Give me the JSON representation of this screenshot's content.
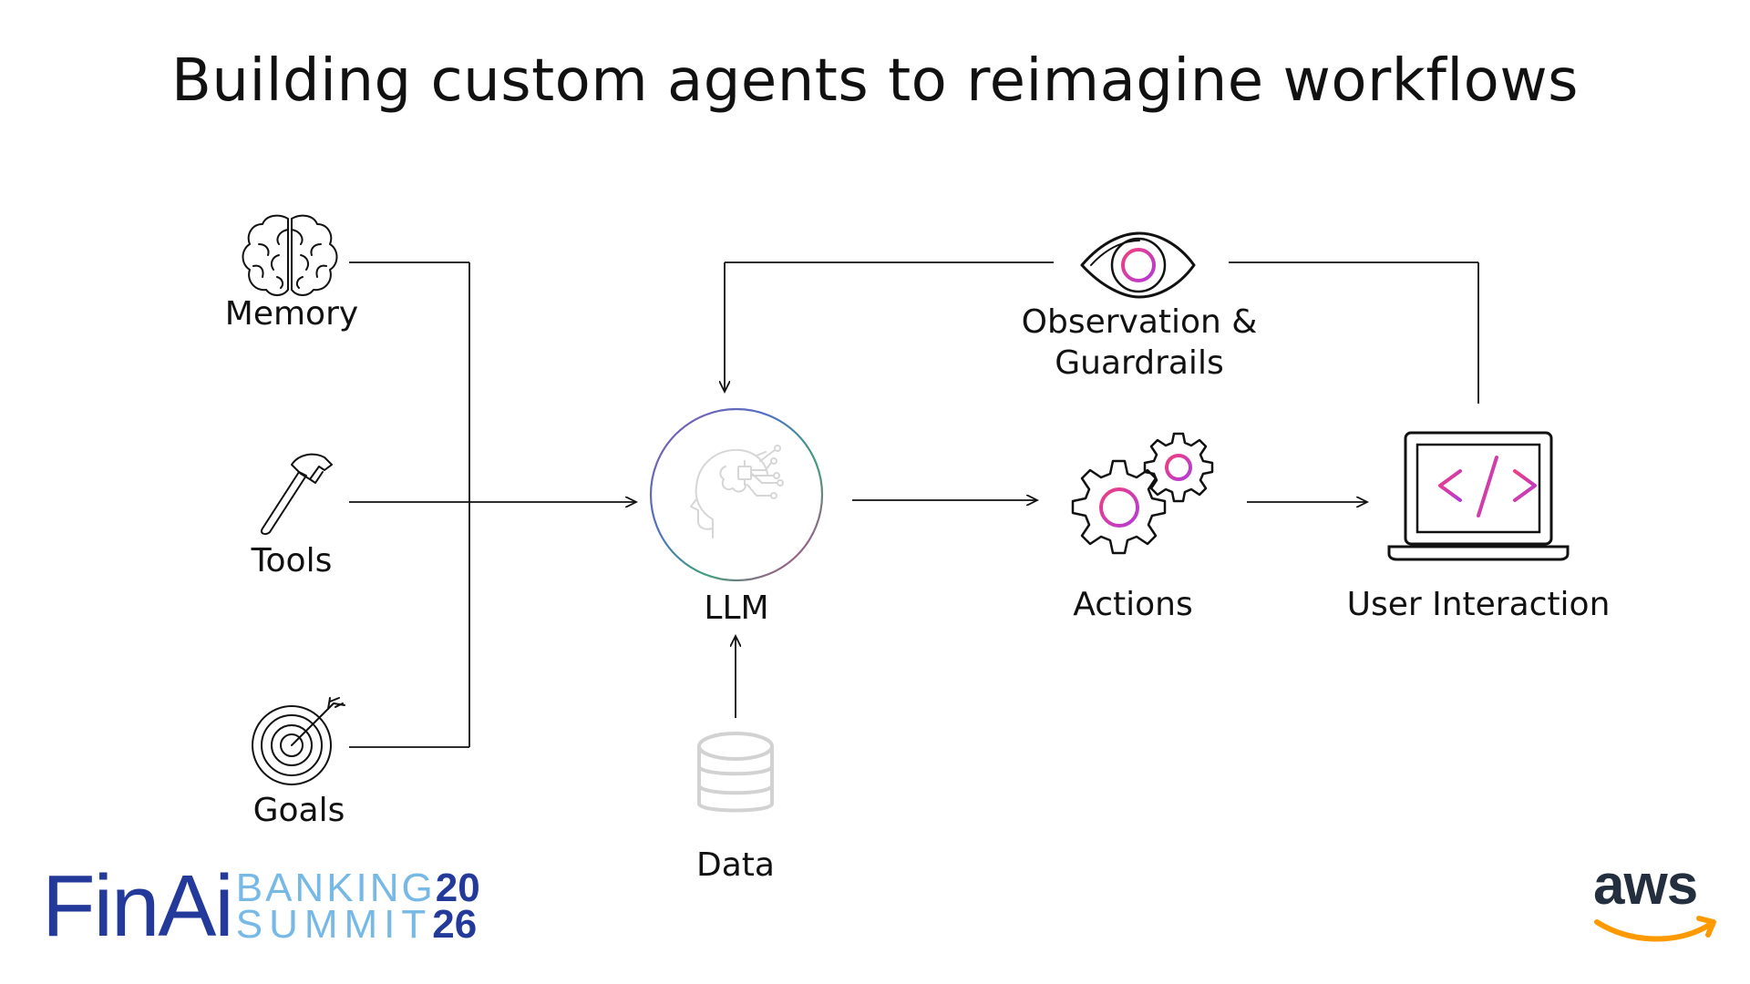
{
  "title": "Building custom agents to reimagine workflows",
  "nodes": {
    "memory": "Memory",
    "tools": "Tools",
    "goals": "Goals",
    "llm": "LLM",
    "data": "Data",
    "observation_line1": "Observation &",
    "observation_line2": "Guardrails",
    "actions": "Actions",
    "user_interaction": "User Interaction"
  },
  "icons": {
    "memory": "brain-icon",
    "tools": "hammer-icon",
    "goals": "target-icon",
    "llm": "ai-head-icon",
    "data": "database-icon",
    "observation": "eye-icon",
    "actions": "gears-icon",
    "user_interaction": "laptop-code-icon",
    "code_glyph": "</>"
  },
  "logos": {
    "finai_word": "FinAi",
    "finai_banking": "BANKING",
    "finai_year_top": "20",
    "finai_summit": "SUMMIT",
    "finai_year_bottom": "26",
    "aws_word": "aws"
  },
  "colors": {
    "accent_pink": "#e8338f",
    "accent_magenta": "#c33bd6",
    "line": "#111111",
    "finai_dark": "#233a9a",
    "finai_light": "#76b9e6",
    "aws_dark": "#232f3e",
    "aws_orange": "#ff9900"
  }
}
